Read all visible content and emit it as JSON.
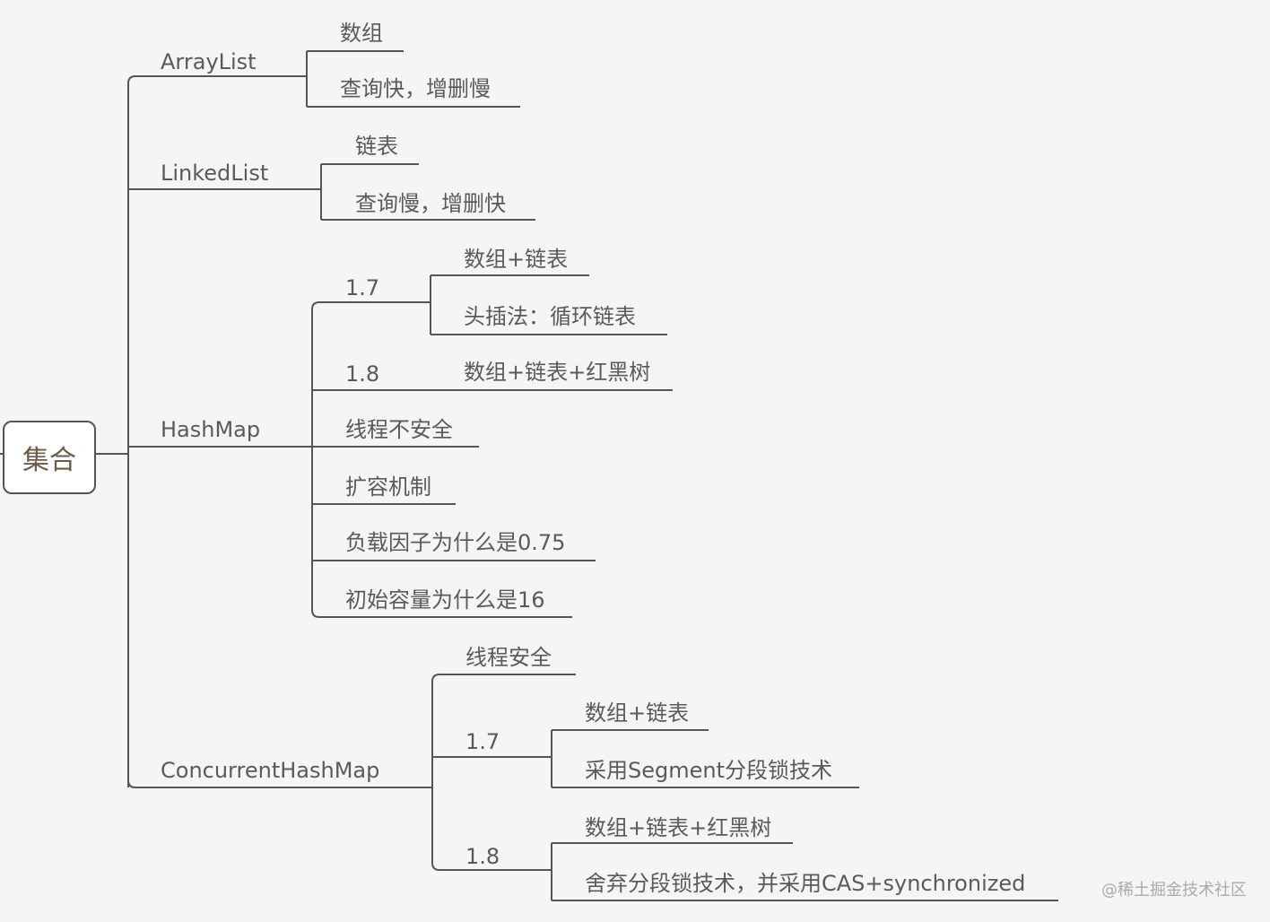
{
  "root": "集合",
  "arraylist": {
    "label": "ArrayList",
    "children": [
      "数组",
      "查询快，增删慢"
    ]
  },
  "linkedlist": {
    "label": "LinkedList",
    "children": [
      "链表",
      "查询慢，增删快"
    ]
  },
  "hashmap": {
    "label": "HashMap",
    "v17": {
      "label": "1.7",
      "children": [
        "数组+链表",
        "头插法：循环链表"
      ]
    },
    "v18": {
      "label": "1.8",
      "children": [
        "数组+链表+红黑树"
      ]
    },
    "items": [
      "线程不安全",
      "扩容机制",
      "负载因子为什么是0.75",
      "初始容量为什么是16"
    ]
  },
  "concurrenthashmap": {
    "label": "ConcurrentHashMap",
    "items": [
      "线程安全"
    ],
    "v17": {
      "label": "1.7",
      "children": [
        "数组+链表",
        "采用Segment分段锁技术"
      ]
    },
    "v18": {
      "label": "1.8",
      "children": [
        "数组+链表+红黑树",
        "舍弃分段锁技术，并采用CAS+synchronized"
      ]
    }
  },
  "watermark": "@稀土掘金技术社区"
}
